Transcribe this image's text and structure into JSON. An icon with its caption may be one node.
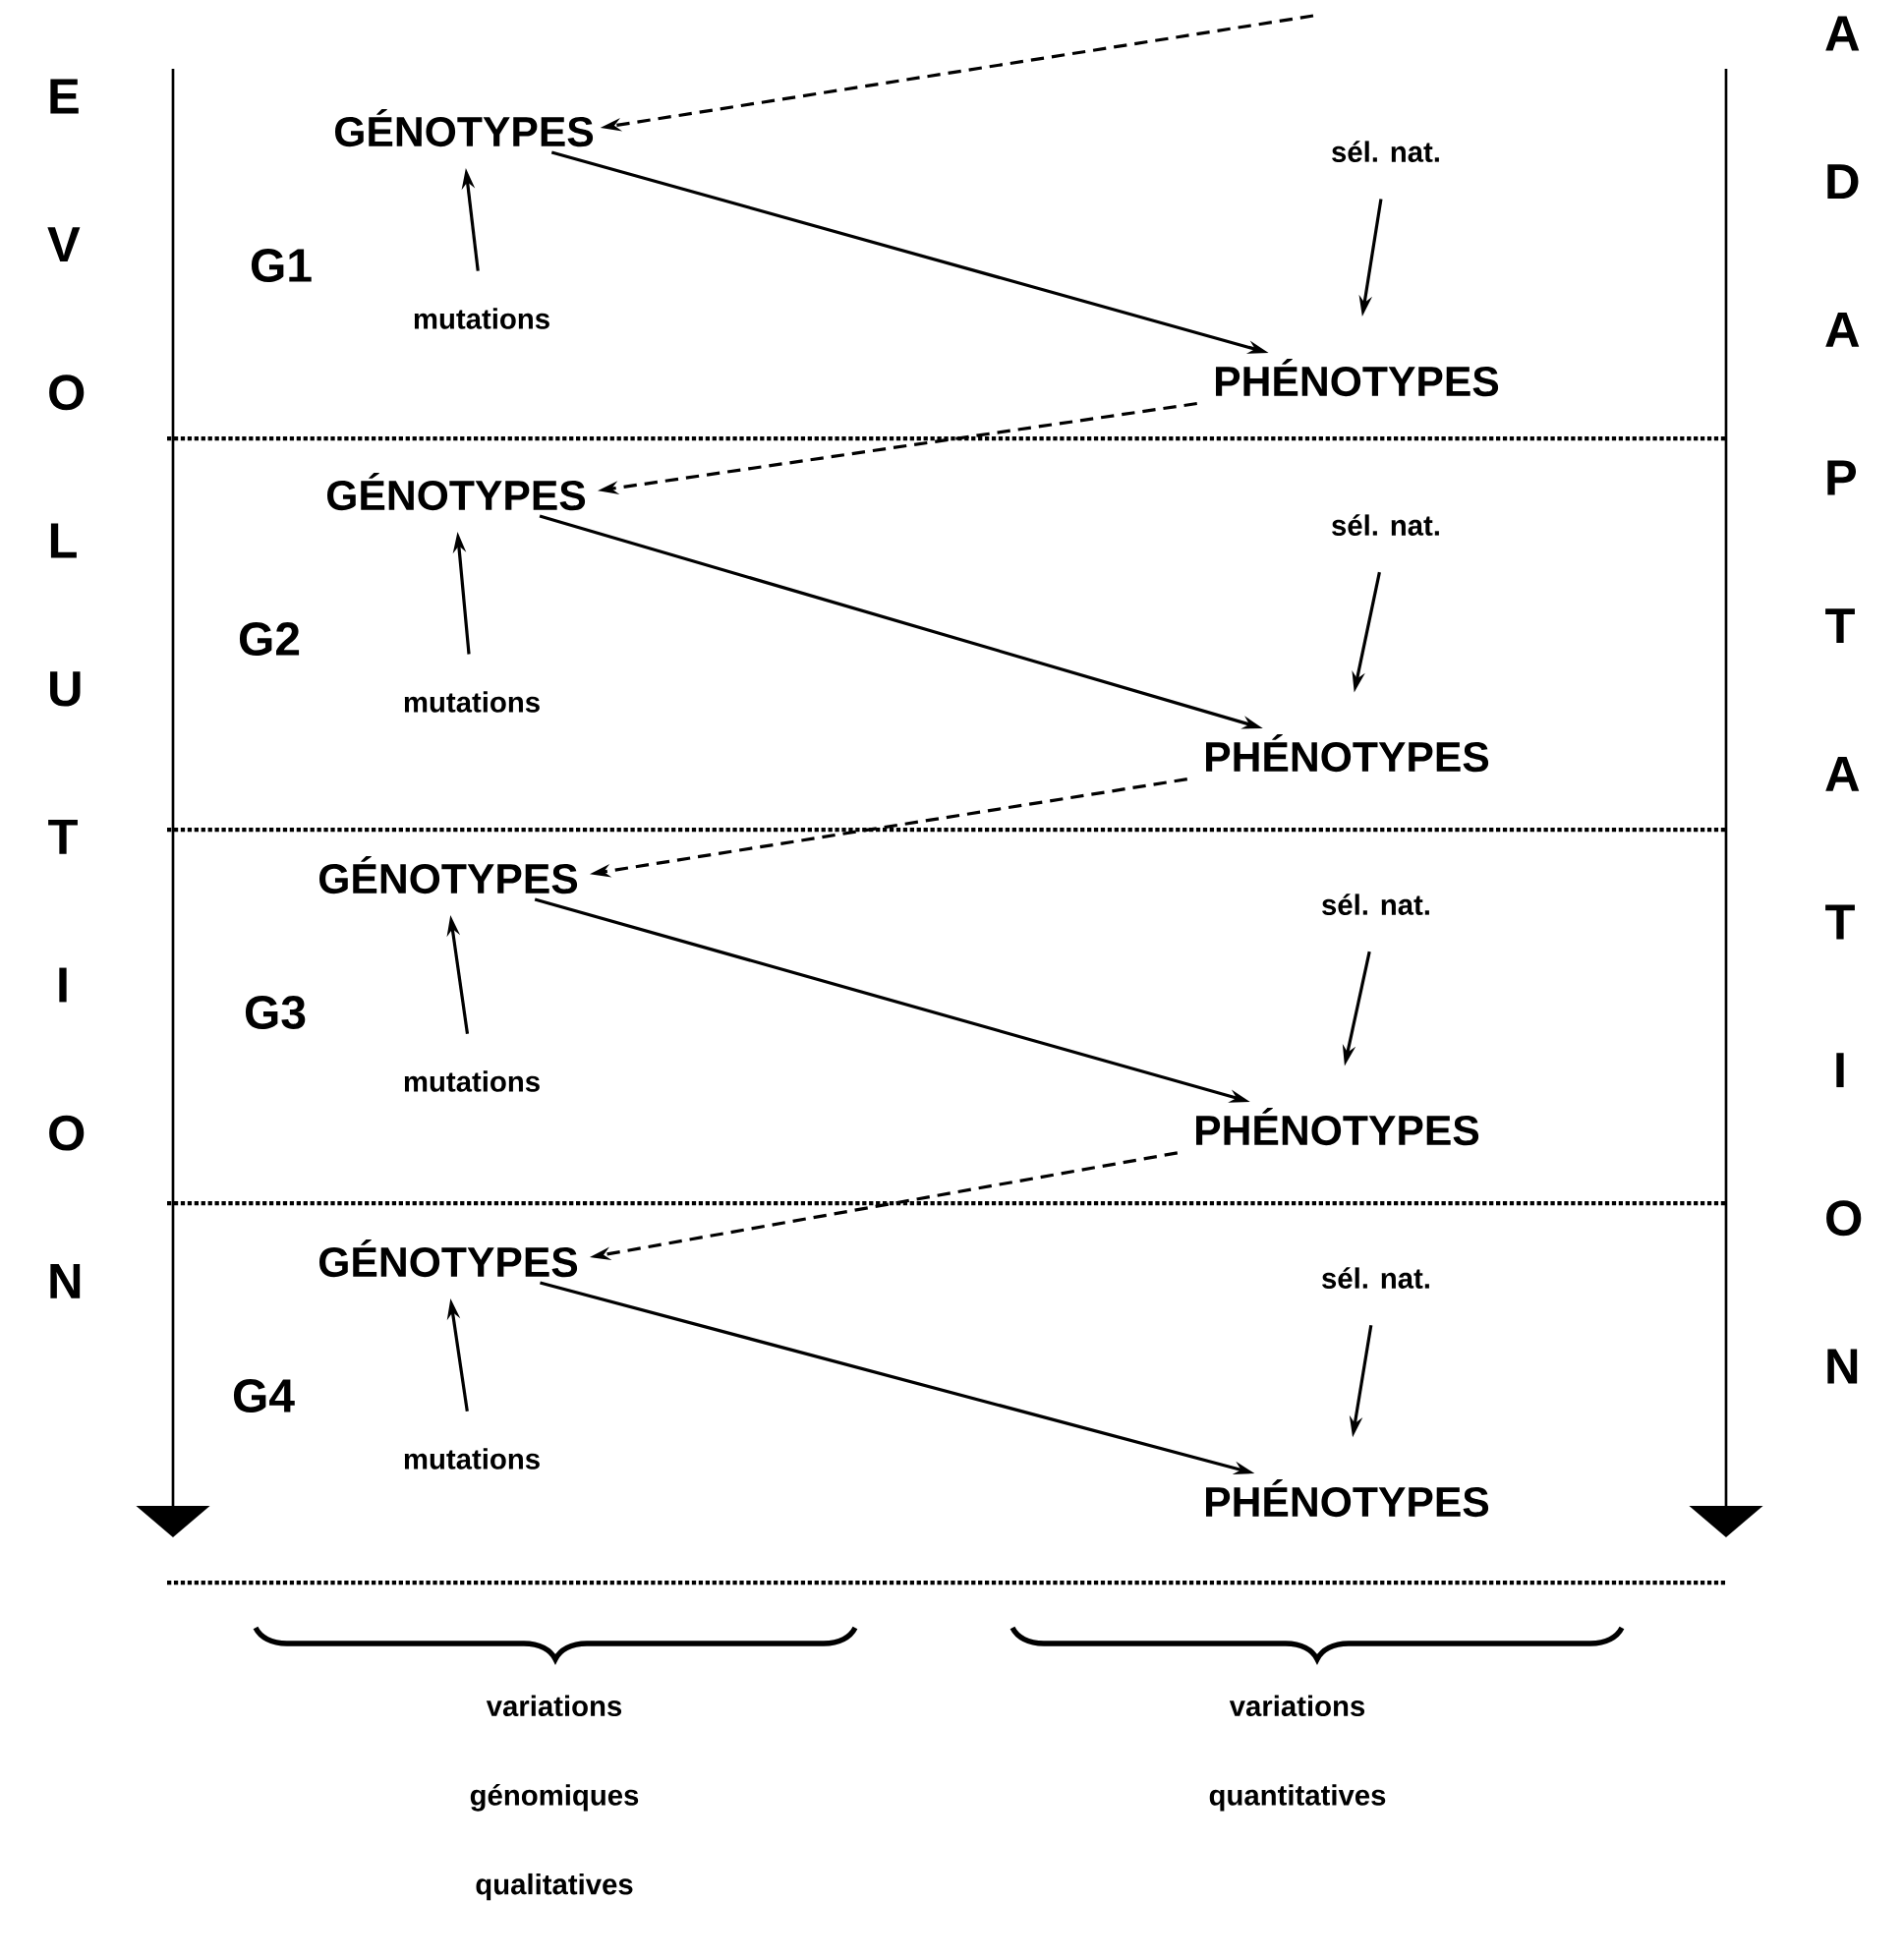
{
  "diagram": {
    "nodes": [
      {
        "text": [
          "GÉNOTYPES"
        ]
      },
      {
        "text": [
          "sél. nat."
        ]
      },
      {
        "text": [
          "mutations"
        ]
      },
      {
        "text": [
          "PHÉNOTYPES"
        ]
      },
      {
        "text": [
          "GÉNOTYPES"
        ]
      },
      {
        "text": [
          "sél. nat."
        ]
      },
      {
        "text": [
          "mutations"
        ]
      },
      {
        "text": [
          "PHÉNOTYPES"
        ]
      },
      {
        "text": [
          "GÉNOTYPES"
        ]
      },
      {
        "text": [
          "sél. nat."
        ]
      },
      {
        "text": [
          "mutations"
        ]
      },
      {
        "text": [
          "PHÉNOTYPES"
        ]
      },
      {
        "text": [
          "GÉNOTYPES"
        ]
      },
      {
        "text": [
          "sél. nat."
        ]
      },
      {
        "text": [
          "mutations"
        ]
      },
      {
        "text": [
          "PHÉNOTYPES"
        ]
      }
    ],
    "edges": [
      {
        "from": null,
        "to": 0,
        "arrow": "to",
        "style": "dashed"
      },
      {
        "from": 2,
        "to": 0,
        "arrow": "to"
      },
      {
        "from": 0,
        "to": 3,
        "arrow": "to"
      },
      {
        "from": 1,
        "to": 3,
        "arrow": "to"
      },
      {
        "from": 3,
        "to": 4,
        "arrow": "to",
        "style": "dashed"
      },
      {
        "from": 6,
        "to": 4,
        "arrow": "to"
      },
      {
        "from": 4,
        "to": 7,
        "arrow": "to"
      },
      {
        "from": 5,
        "to": 7,
        "arrow": "to"
      },
      {
        "from": 7,
        "to": 8,
        "arrow": "to",
        "style": "dashed"
      },
      {
        "from": 10,
        "to": 8,
        "arrow": "to"
      },
      {
        "from": 8,
        "to": 11,
        "arrow": "to"
      },
      {
        "from": 9,
        "to": 11,
        "arrow": "to"
      },
      {
        "from": 11,
        "to": 12,
        "arrow": "to",
        "style": "dashed"
      },
      {
        "from": 14,
        "to": 12,
        "arrow": "to"
      },
      {
        "from": 12,
        "to": 15,
        "arrow": "to"
      },
      {
        "from": 13,
        "to": 15,
        "arrow": "to"
      }
    ],
    "labels": [
      "E V O L U T I O N",
      "A D A P T A T I O N",
      "G1",
      "G2",
      "G3",
      "G4",
      "variations génomiques qualitatives",
      "variations quantitatives"
    ]
  }
}
